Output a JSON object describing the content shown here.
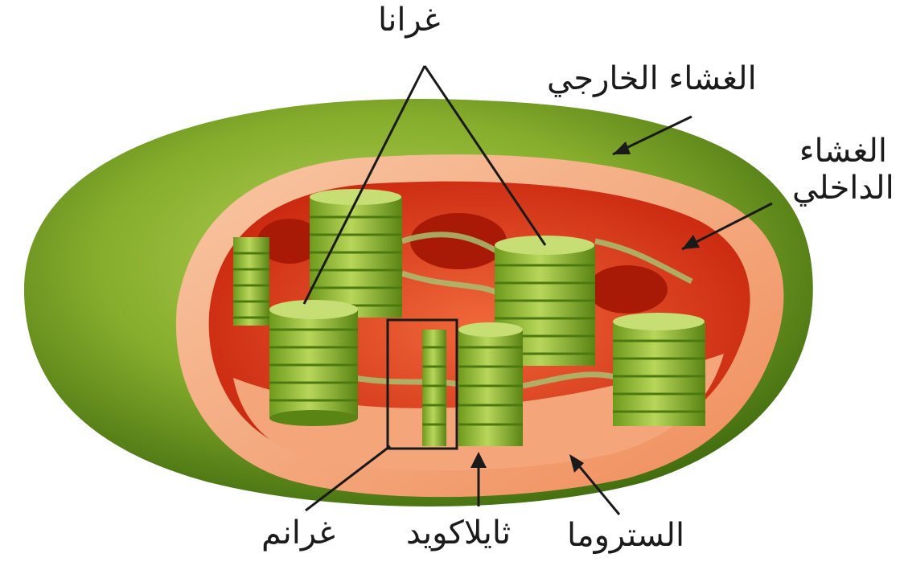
{
  "labels": {
    "grana": "غرانا",
    "outer_membrane": "الغشاء الخارجي",
    "inner_membrane_line1": "الغشاء",
    "inner_membrane_line2": "الداخلي",
    "intergranum": "غرانم",
    "thylakoid": "ثايلاكويد",
    "stroma": "الستروما"
  },
  "colors": {
    "outer_green": "#7ea624",
    "dark_green": "#4f7a12",
    "membrane_peach": "#f6b48c",
    "interior_red": "#d8361a",
    "stroma_red": "#b8220e",
    "grana_green": "#9cc238",
    "grana_stripe": "#5e8a1a",
    "text": "#1b1b1b"
  }
}
